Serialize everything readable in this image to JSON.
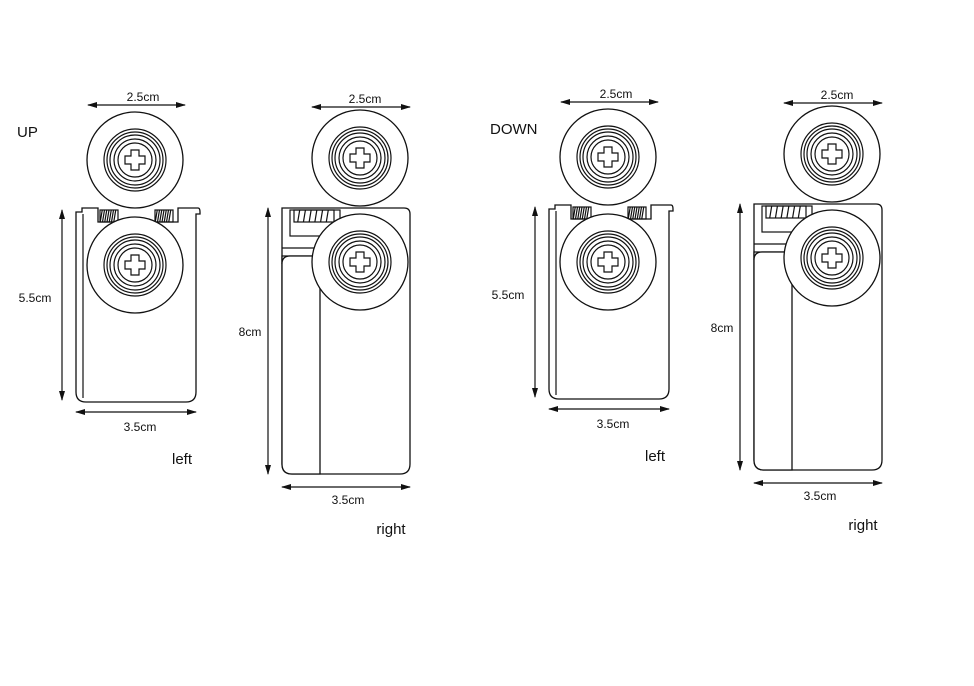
{
  "sections": [
    {
      "heading": "UP",
      "left": {
        "top_width": "2.5cm",
        "height": "5.5cm",
        "bottom_width": "3.5cm",
        "caption": "left"
      },
      "right": {
        "top_width": "2.5cm",
        "height": "8cm",
        "bottom_width": "3.5cm",
        "caption": "right"
      }
    },
    {
      "heading": "DOWN",
      "left": {
        "top_width": "2.5cm",
        "height": "5.5cm",
        "bottom_width": "3.5cm",
        "caption": "left"
      },
      "right": {
        "top_width": "2.5cm",
        "height": "8cm",
        "bottom_width": "3.5cm",
        "caption": "right"
      }
    }
  ]
}
